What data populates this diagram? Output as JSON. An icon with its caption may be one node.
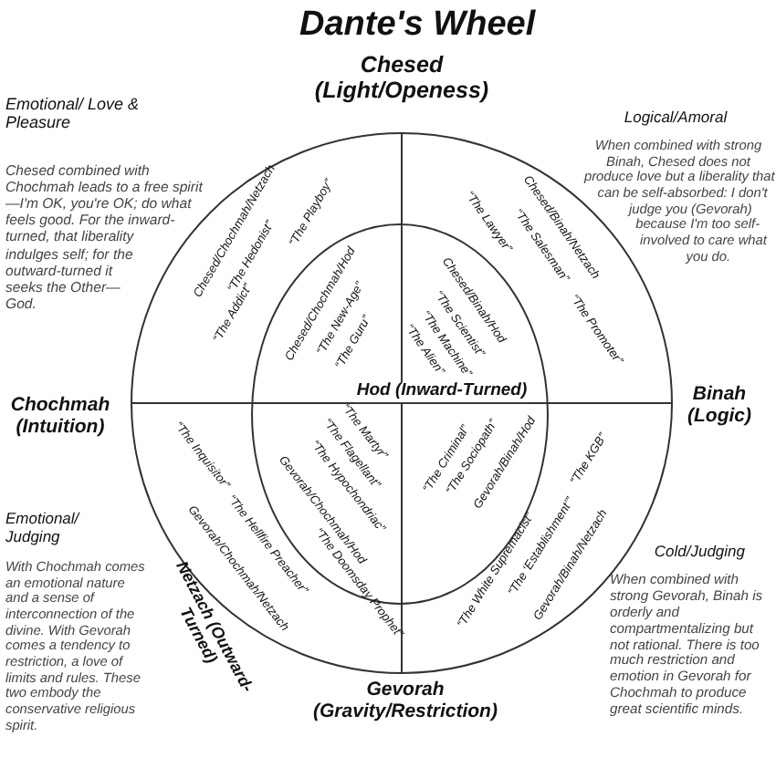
{
  "diagram": {
    "title": "Dante's Wheel",
    "nodes": [
      {
        "text": [],
        "shape": "circle"
      },
      {
        "text": [],
        "shape": "circle",
        "in": 0
      }
    ],
    "labels": [
      "Chesed (Light/Openess)",
      "Emotional/ Love & Pleasure",
      "Logical/Amoral",
      "Chesed combined with Chochmah leads to a free spirit—I'm OK, you're OK; do what feels good. For the inward-turned, that liberality indulges self; for the outward-turned it seeks the Other—God.",
      "When combined with strong Binah, Chesed does not produce love but a liberality that can be self-absorbed: I don't judge you (Gevorah) because I'm too self-involved to care what you do.",
      "“The Addict”",
      "Chesed/Chochmah/Netzach",
      "“The Hedonist”",
      "“The Playboy”",
      "Chesed/Chochmah/Hod",
      "“The New-Age”",
      "“The Guru”",
      "“The Alien”",
      "“The Machine”",
      "“The Scientist”",
      "Chesed/Binah/Hod",
      "“The Lawyer”",
      "“The Salesman”",
      "Chesed/Binah/Netzach",
      "“The Promoter”",
      "Chochmah (Intuition)",
      "Hod (Inward-Turned)",
      "Binah (Logic)",
      "“The Inquisitor”",
      "Gevorah/Chochmah/Netzach",
      "“The Hellfire Preacher”",
      "Gevorah/Chochmah/Hod",
      "“The Hypochondriac”",
      "“The Flagellant”",
      "“The Doomsday Prophet”",
      "“The Martyr”",
      "“The Criminal”",
      "“The Sociopath”",
      "“The White Supremacist”",
      "Gevorah/Binah/Hod",
      "“The ‘Establishment’”",
      "Gevorah/Binah/Netzach",
      "“The KGB”",
      "Emotional/ Judging",
      "Netzach (Outward-Turned)",
      "Cold/Judging",
      "With Chochmah comes an emotional nature and a sense of interconnection of the divine. With Gevorah comes a tendency to restriction, a love of limits and rules. These two embody the conservative religious spirit.",
      "When combined with strong Gevorah, Binah is orderly and compartmentalizing but not rational. There is too much restriction and emotion in Gevorah for Chochmah to produce great scientific minds.",
      "Gevorah (Gravity/Restriction)"
    ]
  }
}
